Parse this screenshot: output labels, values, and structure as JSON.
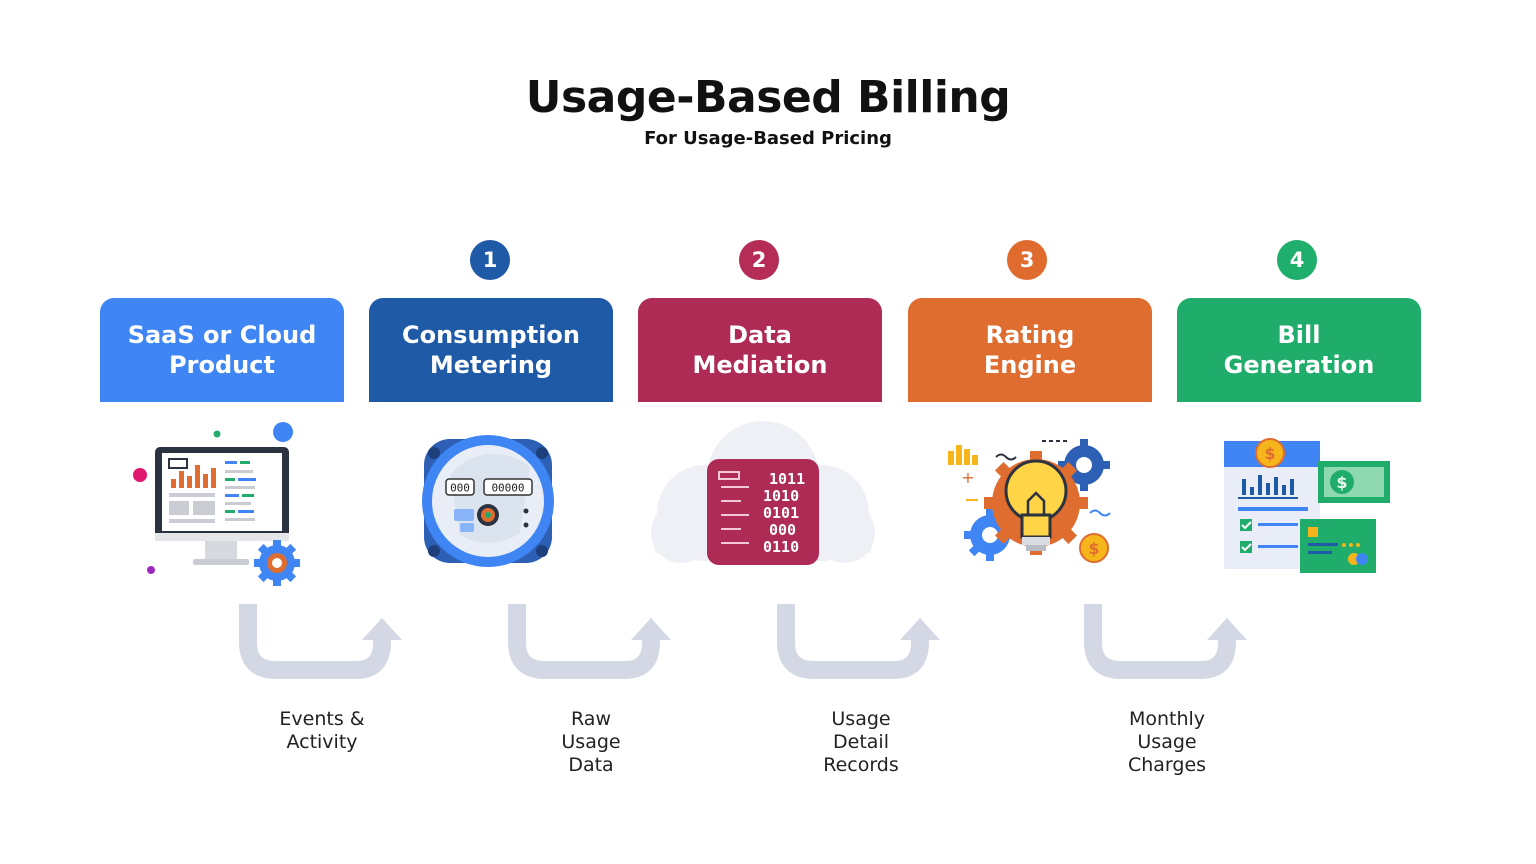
{
  "title": "Usage-Based Billing",
  "subtitle": "For Usage-Based Pricing",
  "steps": [
    {
      "number": "1",
      "color": "#1f5aa6"
    },
    {
      "number": "2",
      "color": "#b52c57"
    },
    {
      "number": "3",
      "color": "#e06b2e"
    },
    {
      "number": "4",
      "color": "#1fae6b"
    }
  ],
  "stages": [
    {
      "line1": "SaaS or Cloud",
      "line2": "Product",
      "color": "#3f86f4",
      "icon": "monitor-analytics-icon"
    },
    {
      "line1": "Consumption",
      "line2": "Metering",
      "color": "#1f5aa6",
      "icon": "utility-meter-icon"
    },
    {
      "line1": "Data",
      "line2": "Mediation",
      "color": "#ae2b56",
      "icon": "binary-cloud-icon"
    },
    {
      "line1": "Rating",
      "line2": "Engine",
      "color": "#e06d30",
      "icon": "lightbulb-gears-icon"
    },
    {
      "line1": "Bill",
      "line2": "Generation",
      "color": "#20ad6c",
      "icon": "invoice-money-icon"
    }
  ],
  "flows": [
    {
      "lines": [
        "Events &",
        "Activity"
      ]
    },
    {
      "lines": [
        "Raw",
        "Usage",
        "Data"
      ]
    },
    {
      "lines": [
        "Usage",
        "Detail",
        "Records"
      ]
    },
    {
      "lines": [
        "Monthly",
        "Usage",
        "Charges"
      ]
    }
  ],
  "meter_digits": {
    "left": "000",
    "right": "00000"
  },
  "binary_rows": [
    "1011",
    "1010",
    "0101",
    "000",
    "0110"
  ],
  "currency_symbol": "$",
  "arrow_color": "#d3d8e4"
}
